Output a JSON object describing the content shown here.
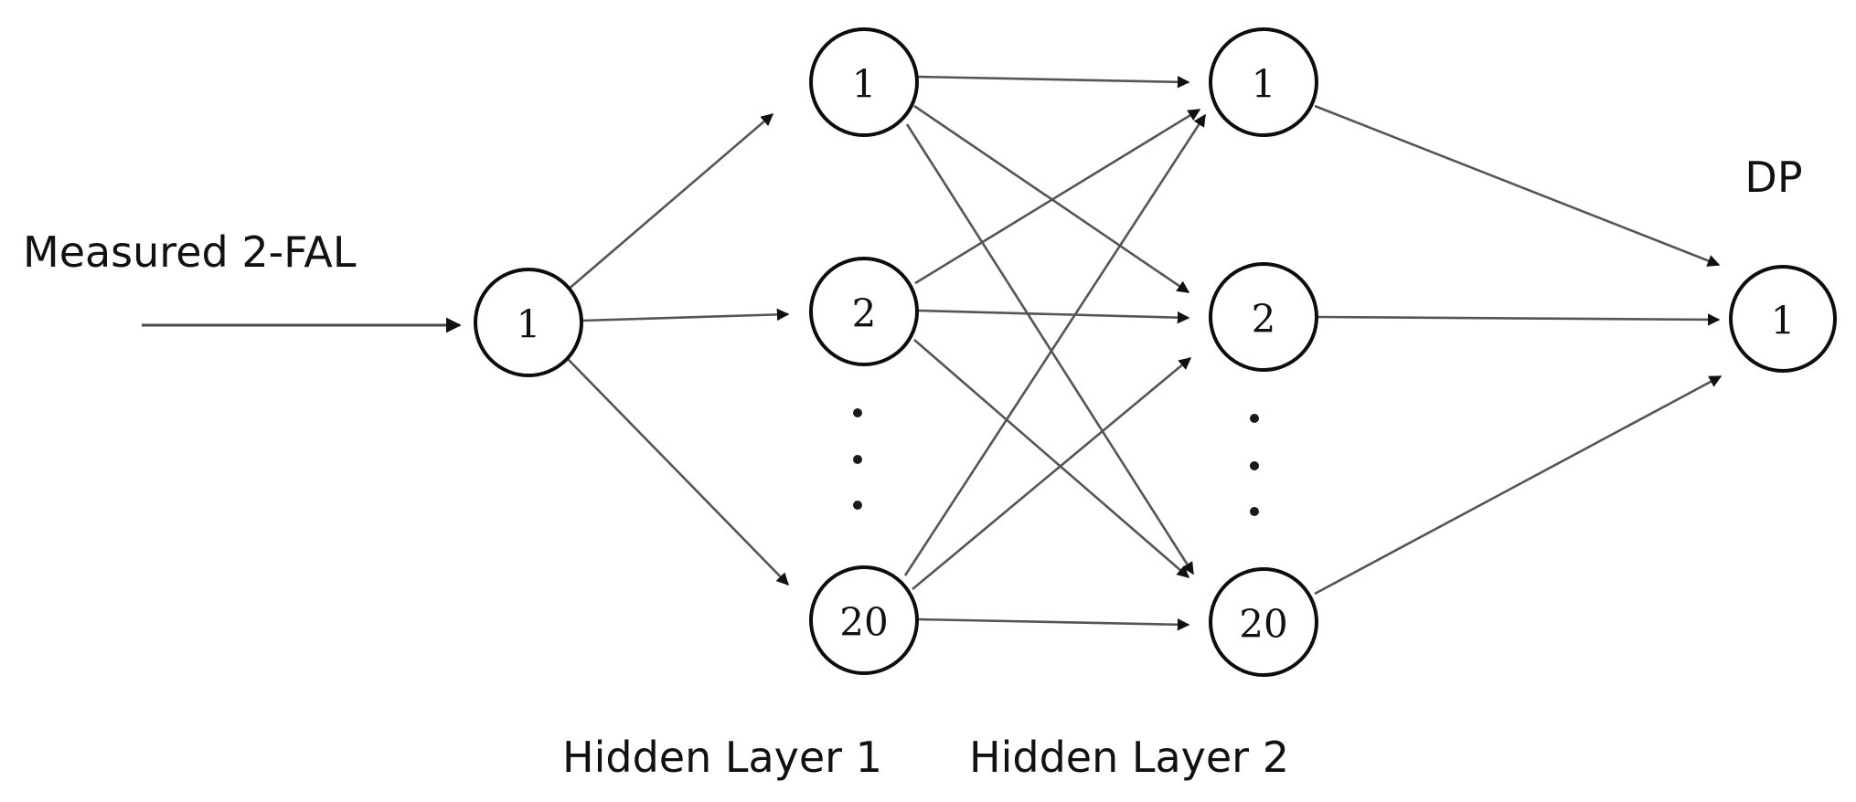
{
  "figure": {
    "type": "neural-network-architecture-diagram",
    "background_color": "#ffffff",
    "line_color": "#4a4a4a",
    "node_stroke_color": "#0d0d0d",
    "text_color": "#111111"
  },
  "input": {
    "label": "Measured 2-FAL",
    "node_label": "1",
    "arrow_name": "input-arrow"
  },
  "output": {
    "label": "DP",
    "node_label": "1"
  },
  "layers": [
    {
      "name": "hidden-layer-1",
      "label": "Hidden Layer 1",
      "nodes": [
        {
          "label": "1"
        },
        {
          "label": "2"
        },
        {
          "label": "20"
        }
      ],
      "ellipsis_dots": 3
    },
    {
      "name": "hidden-layer-2",
      "label": "Hidden Layer 2",
      "nodes": [
        {
          "label": "1"
        },
        {
          "label": "2"
        },
        {
          "label": "20"
        }
      ],
      "ellipsis_dots": 3
    }
  ],
  "nodes": {
    "input_1": "1",
    "h1_1": "1",
    "h1_2": "2",
    "h1_20": "20",
    "h2_1": "1",
    "h2_2": "2",
    "h2_20": "20",
    "output_1": "1"
  },
  "labels": {
    "measured": "Measured 2-FAL",
    "dp": "DP",
    "hidden1": "Hidden Layer 1",
    "hidden2": "Hidden Layer 2"
  }
}
